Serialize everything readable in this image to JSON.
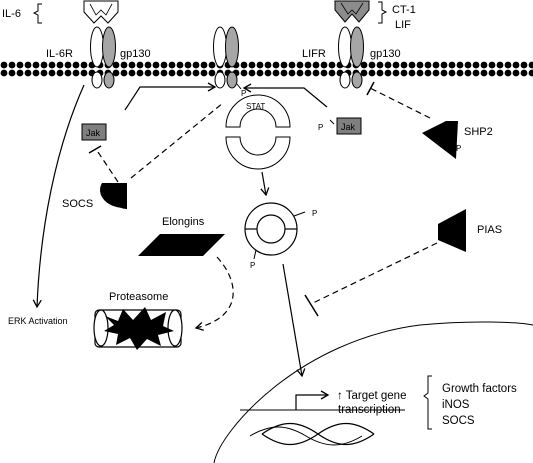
{
  "ligands": {
    "il6": "IL-6",
    "ct1": "CT-1",
    "lif": "LIF"
  },
  "receptors": {
    "il6r": "IL-6R",
    "gp130_left": "gp130",
    "lifr": "LIFR",
    "gp130_right": "gp130"
  },
  "kinases": {
    "jak_left": "Jak",
    "jak_right": "Jak"
  },
  "proteins": {
    "stat": "STAT",
    "shp2": "SHP2",
    "socs": "SOCS",
    "elongins": "Elongins",
    "pias": "PIAS",
    "proteasome": "Proteasome"
  },
  "phospho": {
    "p1": "P",
    "p2": "P",
    "p3": "P",
    "p4": "P",
    "p5": "P"
  },
  "outputs": {
    "erk": "ERK Activation",
    "target_line1": "↑ Target gene",
    "target_line2": "transcription",
    "targets": [
      "Growth factors",
      "iNOS",
      "SOCS"
    ]
  },
  "colors": {
    "stroke": "#000000",
    "receptor_grey": "#a6a6a6",
    "jak_grey": "#7f7f7f",
    "ligand_grey": "#8c8c8c"
  }
}
